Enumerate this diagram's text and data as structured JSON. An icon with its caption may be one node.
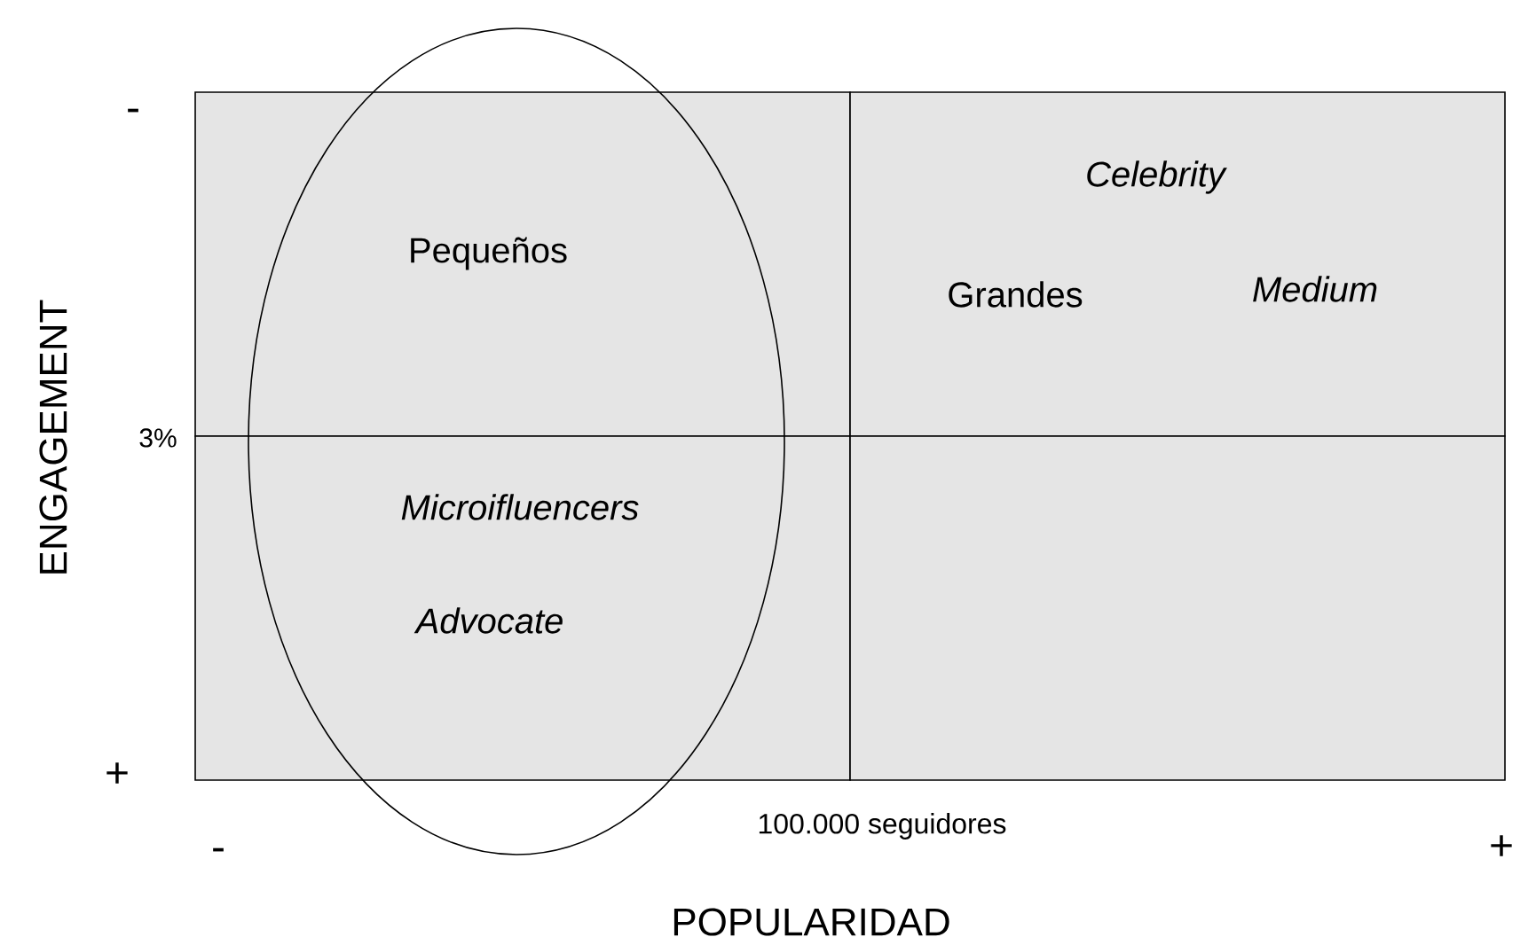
{
  "diagram": {
    "nodes": [
      {
        "text": [
          "Pequeños"
        ]
      },
      {
        "text": [
          "Celebrity",
          "Grandes",
          "Medium"
        ]
      },
      {
        "text": [
          "Microifluencers",
          "Advocate"
        ]
      },
      {
        "text": [],
        "shape": "box"
      }
    ],
    "labels": [
      "-",
      "+",
      "ENGAGEMENT",
      "3%",
      "100.000 seguidores",
      "-",
      "+",
      "POPULARIDAD"
    ]
  }
}
